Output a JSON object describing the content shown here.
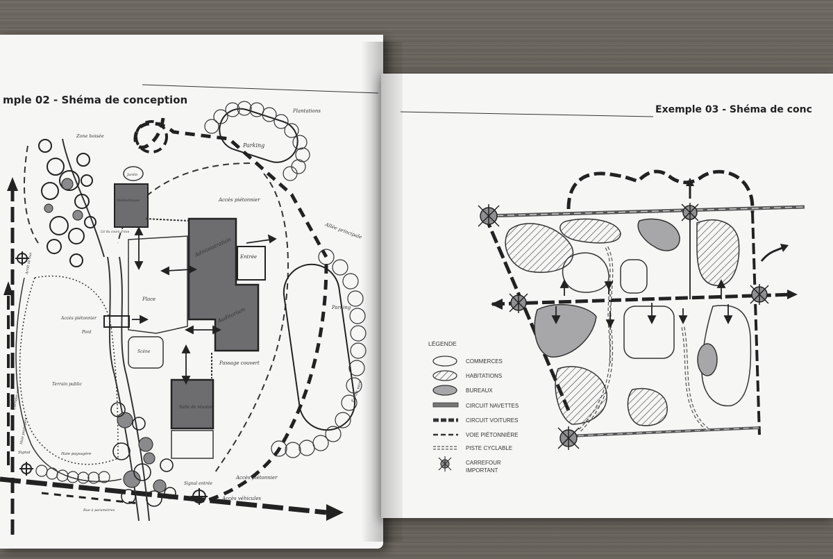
{
  "left_page": {
    "heading": "mple 02 - Shéma de conception",
    "labels": {
      "zone_boisee": "Zone boisée",
      "plantations": "Plantations",
      "parking_top": "Parking",
      "jardin": "Jardin",
      "mediatheque": "Médiathèque",
      "acces_pieton_top": "Accès piétonnier",
      "allee_principale": "Allée principale",
      "administration": "Administration",
      "entree": "Entrée",
      "lit_cours_eau": "Lit du cours d'eau",
      "arret_bus": "Arrêt de bus",
      "place": "Place",
      "parking_right": "Parking",
      "acces_pieton_left": "Accès piétonnier",
      "pont": "Pont",
      "auditorium": "Auditorium",
      "scene": "Scène",
      "passage_couvert": "Passage couvert",
      "terrain_public": "Terrain public",
      "corridor": "Corridor vert",
      "haie_left": "Haie paysagère",
      "ecran_vert": "Écran vert",
      "salle_reunion": "Salle de réunion",
      "haie_bottom": "Haie paysagère",
      "signal": "Signal",
      "signal_entree": "Signal entrée",
      "acces_pieton_bottom": "Accès piétonnier",
      "acces_vehicules": "Accès véhicules",
      "rue": "Rue à paramètres"
    }
  },
  "right_page": {
    "heading": "Exemple 03 - Shéma de conc",
    "legend": {
      "title": "LÉGENDE",
      "items": [
        "COMMERCES",
        "HABITATIONS",
        "BUREAUX",
        "CIRCUIT NAVETTES",
        "CIRCUIT VOITURES",
        "VOIE PIÉTONNIÈRE",
        "PISTE CYCLABLE",
        "CARREFOUR",
        "IMPORTANT"
      ]
    }
  },
  "colors": {
    "paper": "#f6f6f5",
    "ink": "#222222",
    "building_fill": "#6d6d70",
    "wood": "#5e5a54"
  }
}
